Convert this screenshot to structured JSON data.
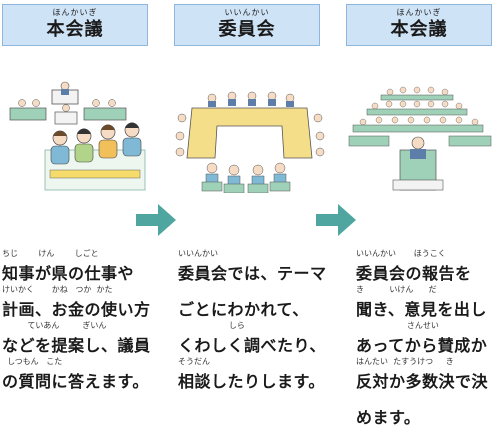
{
  "stages": [
    {
      "ruby": "ほんかいぎ",
      "title": "本会議",
      "lines": [
        {
          "furigana": "ちじ        けん        しごと",
          "text": "知事が県の仕事や"
        },
        {
          "furigana": "けいかく       かね   つか  かた",
          "text": "計画、お金の使い方"
        },
        {
          "furigana": "          ていあん         ぎいん",
          "text": "などを提案し、議員"
        },
        {
          "furigana": "  しつもん   こた",
          "text": "の質問に答えます。"
        }
      ]
    },
    {
      "ruby": "いいんかい",
      "title": "委員会",
      "lines": [
        {
          "furigana": "いいんかい",
          "text": "委員会では、テーマ"
        },
        {
          "furigana": "",
          "text": "ごとにわかれて、"
        },
        {
          "furigana": "                    しら",
          "text": "くわしく調べたり、"
        },
        {
          "furigana": "そうだん",
          "text": "相談したりします。"
        }
      ]
    },
    {
      "ruby": "ほんかいぎ",
      "title": "本会議",
      "lines": [
        {
          "furigana": "いいんかい       ほうこく",
          "text": "委員会の報告を"
        },
        {
          "furigana": "き          いけん      だ",
          "text": "聞き、意見を出し"
        },
        {
          "furigana": "                    さんせい",
          "text": "あってから賛成か"
        },
        {
          "furigana": "はんたい  たすうけつ     き",
          "text": "反対か多数決で決"
        },
        {
          "furigana": "",
          "text": "めます。"
        }
      ]
    }
  ],
  "colors": {
    "header_bg": "#cfe3f6",
    "header_border": "#8fb6dd",
    "arrow": "#4fa6a0"
  }
}
